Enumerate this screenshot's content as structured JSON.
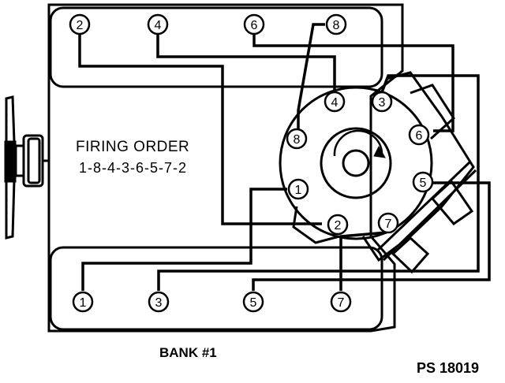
{
  "diagram": {
    "firing_order_title": "FIRING ORDER",
    "firing_order_sequence": "1-8-4-3-6-5-7-2",
    "bank_label": "BANK #1",
    "figure_code": "PS 18019"
  },
  "top_bank_plugs": [
    "2",
    "4",
    "6",
    "8"
  ],
  "bottom_bank_plugs": [
    "1",
    "3",
    "5",
    "7"
  ],
  "distributor_terminals": [
    "4",
    "3",
    "6",
    "5",
    "7",
    "2",
    "1",
    "8"
  ],
  "colors": {
    "line": "#000000",
    "background": "#ffffff"
  }
}
